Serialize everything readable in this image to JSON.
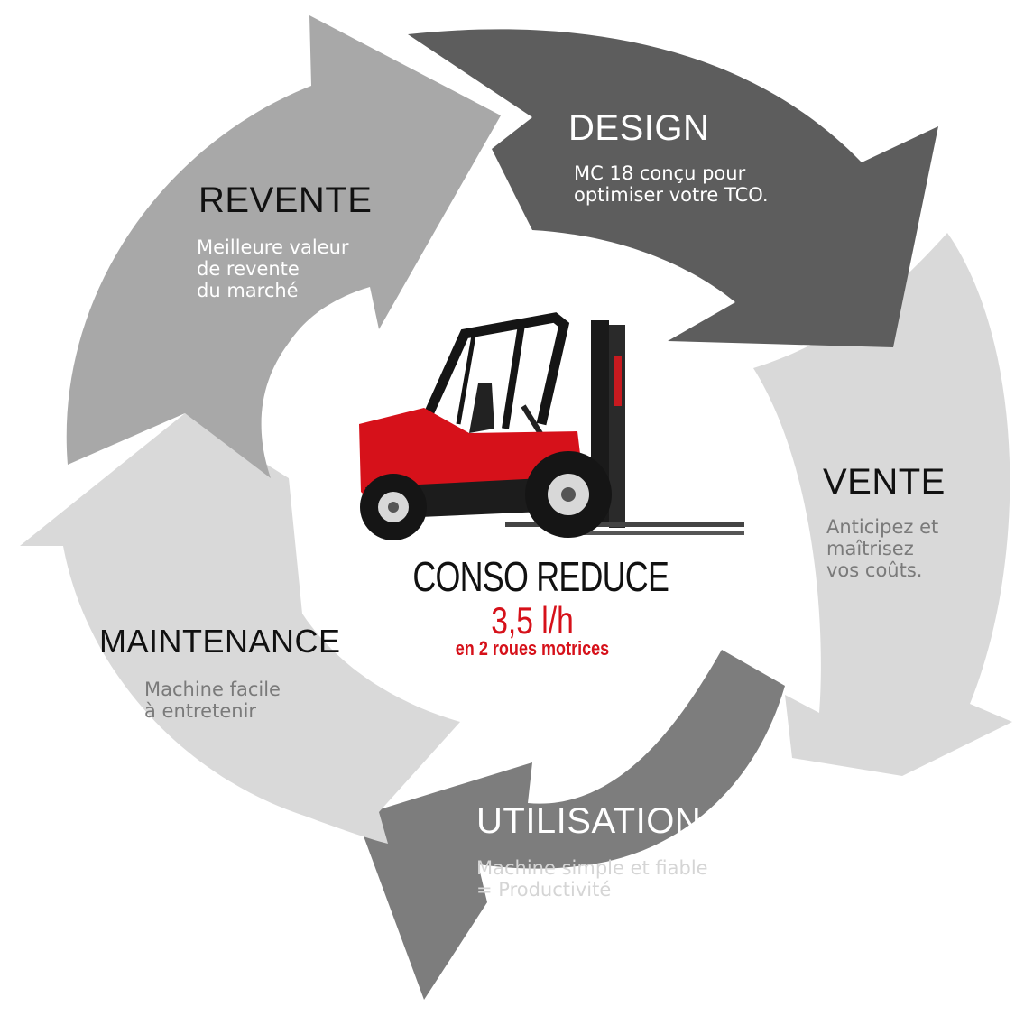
{
  "colors": {
    "dark_gray": "#5d5d5d",
    "mid_gray": "#7d7d7d",
    "arrow_gray": "#a8a8a8",
    "light_gray": "#d9d9d9",
    "red": "#d6111a",
    "black": "#111111"
  },
  "center": {
    "title": "CONSO REDUCE",
    "value": "3,5 l/h",
    "subtitle": "en 2 roues motrices",
    "image": "forklift-icon"
  },
  "stages": {
    "design": {
      "title": "DESIGN",
      "lines": [
        "MC 18 conçu pour",
        "optimiser votre TCO."
      ]
    },
    "vente": {
      "title": "VENTE",
      "lines": [
        "Anticipez et",
        "maîtrisez",
        "vos coûts."
      ]
    },
    "utilisation": {
      "title": "UTILISATION",
      "lines": [
        "Machine simple et fiable",
        "= Productivité"
      ]
    },
    "maintenance": {
      "title": "MAINTENANCE",
      "lines": [
        "Machine facile",
        "à entretenir"
      ]
    },
    "revente": {
      "title": "REVENTE",
      "lines": [
        "Meilleure valeur",
        "de revente",
        "du marché"
      ]
    }
  }
}
